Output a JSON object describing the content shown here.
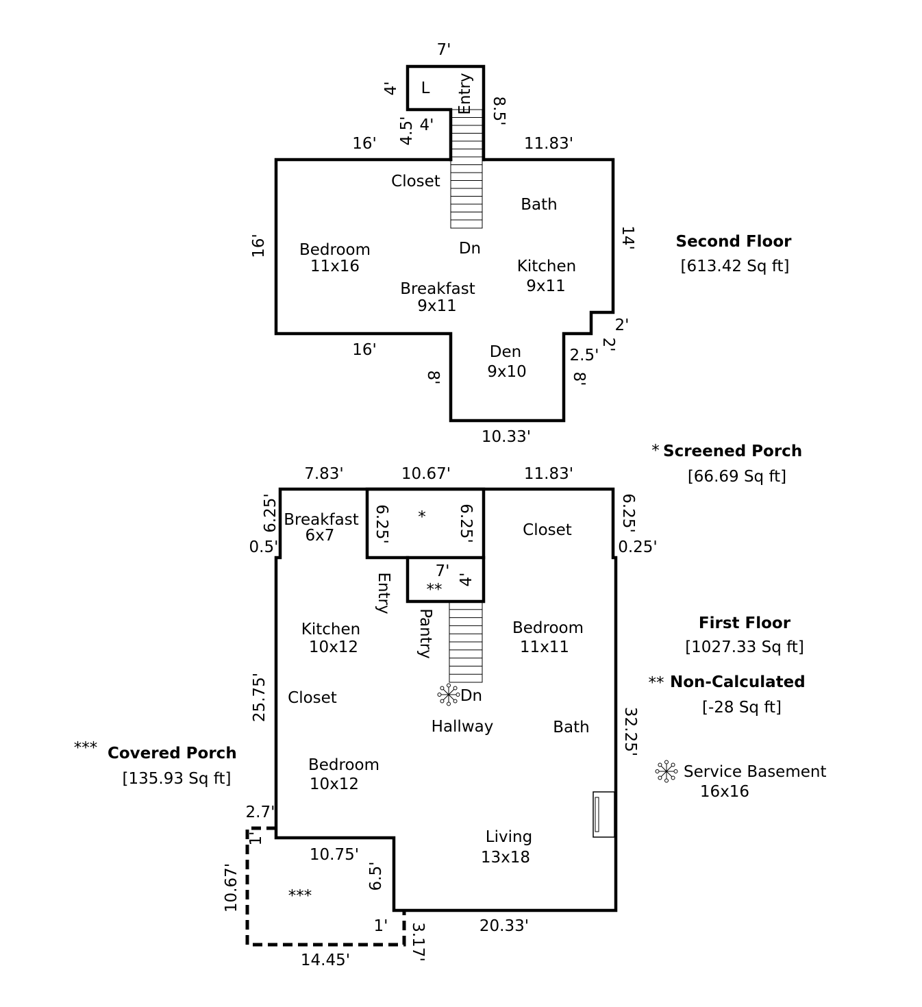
{
  "second_floor": {
    "rooms": {
      "l": "L",
      "entry": "Entry",
      "closet": "Closet",
      "bath": "Bath",
      "bedroom": "Bedroom",
      "bedroom_size": "11x16",
      "dn": "Dn",
      "kitchen": "Kitchen",
      "kitchen_size": "9x11",
      "breakfast": "Breakfast",
      "breakfast_size": "9x11",
      "den": "Den",
      "den_size": "9x10"
    },
    "dims": {
      "top_7": "7'",
      "left_4": "4'",
      "right_8_5": "8.5'",
      "left_4_5": "4.5'",
      "inner_4": "4'",
      "top_16": "16'",
      "top_11_83": "11.83'",
      "left_16": "16'",
      "right_14": "14'",
      "step_2a": "2'",
      "step_2b": "2'",
      "den_2_5": "2.5'",
      "bottom_16": "16'",
      "den_left_8": "8'",
      "den_right_8": "8'",
      "den_bottom": "10.33'"
    }
  },
  "first_floor": {
    "rooms": {
      "breakfast": "Breakfast",
      "breakfast_size": "6x7",
      "porch_mark": "*",
      "closet_top": "Closet",
      "pantry_mark": "**",
      "entry": "Entry",
      "pantry": "Pantry",
      "kitchen": "Kitchen",
      "kitchen_size": "10x12",
      "bedroom_right": "Bedroom",
      "bedroom_right_size": "11x11",
      "dn": "Dn",
      "closet_left": "Closet",
      "hallway": "Hallway",
      "bath": "Bath",
      "bedroom_left": "Bedroom",
      "bedroom_left_size": "10x12",
      "living": "Living",
      "living_size": "13x18",
      "covered_mark": "***"
    },
    "dims": {
      "top_7_83": "7.83'",
      "top_10_67": "10.67'",
      "top_11_83": "11.83'",
      "left_6_25": "6.25'",
      "left_0_5": "0.5'",
      "porch_left_6_25": "6.25'",
      "porch_right_6_25": "6.25'",
      "right_6_25": "6.25'",
      "right_0_25": "0.25'",
      "pantry_7": "7'",
      "pantry_4": "4'",
      "left_25_75": "25.75'",
      "right_32_25": "32.25'",
      "left_2_7": "2.7'",
      "step_1": "1'",
      "mid_10_75": "10.75'",
      "mid_6_5": "6.5'",
      "porch_10_67": "10.67'",
      "step_1b": "1'",
      "step_3_17": "3.17'",
      "bottom_14_45": "14.45'",
      "bottom_20_33": "20.33'"
    }
  },
  "legend": {
    "second_floor_title": "Second Floor",
    "second_floor_area": "[613.42 Sq ft]",
    "screened_mark": "*",
    "screened_title": "Screened Porch",
    "screened_area": "[66.69 Sq ft]",
    "first_floor_title": "First Floor",
    "first_floor_area": "[1027.33 Sq ft]",
    "noncalc_mark": "**",
    "noncalc_title": "Non-Calculated",
    "noncalc_area": "[-28 Sq ft]",
    "service_label": "Service Basement",
    "service_size": "16x16",
    "covered_mark": "***",
    "covered_title": "Covered Porch",
    "covered_area": "[135.93 Sq ft]"
  },
  "icons": {
    "stairs": "stairs-icon",
    "basement_marker": "asterisk-burst-icon"
  }
}
